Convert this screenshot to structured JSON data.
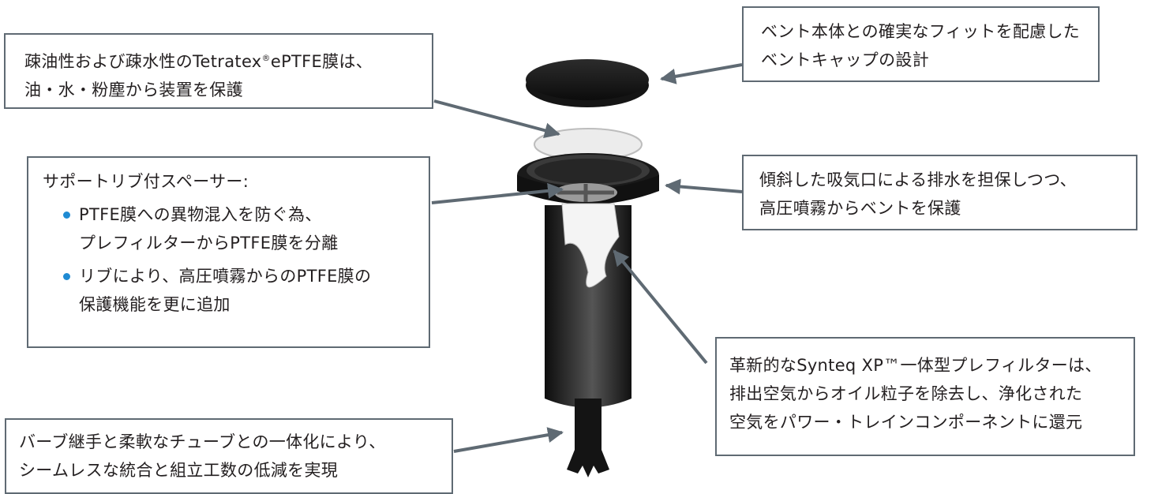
{
  "callouts": {
    "membrane": {
      "line1": "疎油性および疎水性のTetratex",
      "reg": "®",
      "line1b": "ePTFE膜は、",
      "line2": "油・水・粉塵から装置を保護"
    },
    "cap": {
      "line1": "ベント本体との確実なフィットを配慮した",
      "line2": "ベントキャップの設計"
    },
    "spacer": {
      "title": "サポートリブ付スペーサー:",
      "bullets": [
        {
          "line1": "PTFE膜への異物混入を防ぐ為、",
          "line2": "プレフィルターからPTFE膜を分離"
        },
        {
          "line1": "リブにより、高圧噴霧からのPTFE膜の",
          "line2": "保護機能を更に追加"
        }
      ]
    },
    "hood": {
      "line1": "傾斜した吸気口による排水を担保しつつ、",
      "line2": "高圧噴霧からベントを保護"
    },
    "prefilter": {
      "line1": "革新的なSynteq XP™一体型プレフィルターは、",
      "line2": "排出空気からオイル粒子を除去し、浄化された",
      "line3": "空気をパワー・トレインコンポーネントに還元"
    },
    "barb": {
      "line1": "バーブ継手と柔軟なチューブとの一体化により、",
      "line2": "シームレスな統合と組立工数の低減を実現"
    }
  },
  "colors": {
    "border": "#5f6a73",
    "arrow": "#5f6a73",
    "bullet": "#1f8bd3",
    "part_dark": "#1c1c1c",
    "membrane": "#e9e9e9"
  },
  "icons": [
    "arrow-icon",
    "bullet-dot-icon"
  ]
}
